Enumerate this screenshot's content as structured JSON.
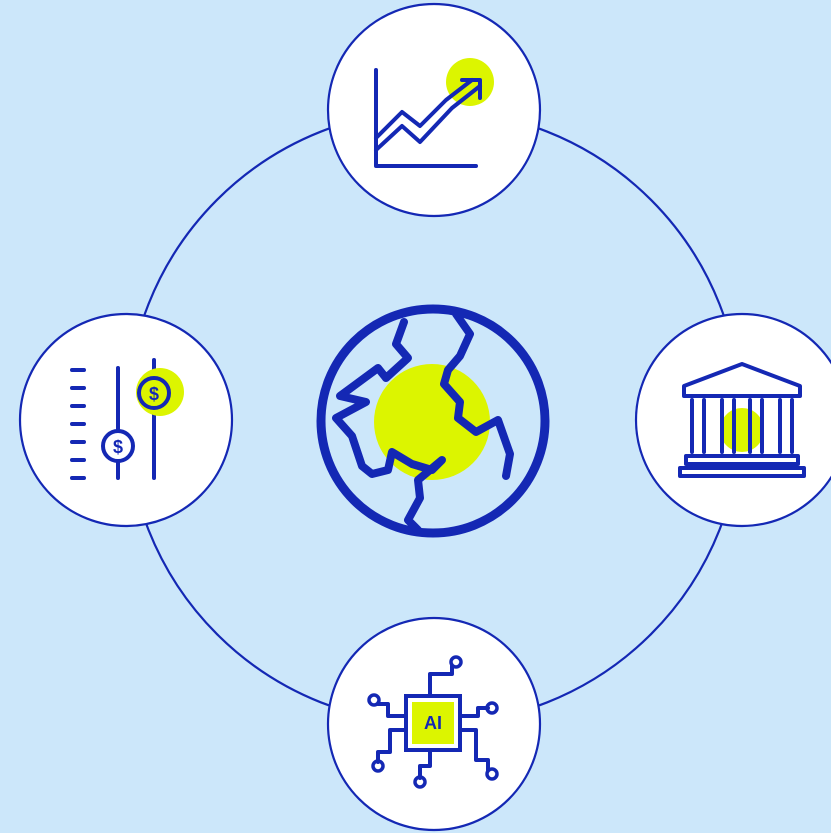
{
  "colors": {
    "background": "#cce7fa",
    "stroke": "#1428b4",
    "accent": "#dcf500",
    "node_fill": "#ffffff"
  },
  "center": {
    "icon": "globe-icon"
  },
  "nodes": [
    {
      "position": "top",
      "icon": "growth-chart-icon"
    },
    {
      "position": "right",
      "icon": "bank-building-icon"
    },
    {
      "position": "bottom",
      "icon": "ai-chip-icon",
      "label": "AI"
    },
    {
      "position": "left",
      "icon": "dollar-sliders-icon"
    }
  ]
}
